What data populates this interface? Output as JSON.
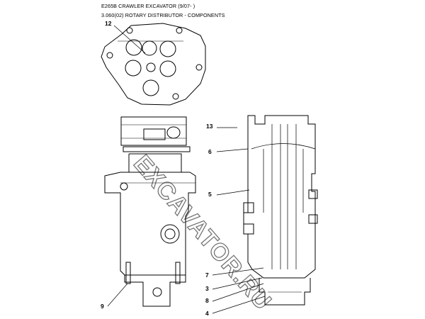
{
  "header": {
    "line1": "E265B CRAWLER EXCAVATOR (9/07- )",
    "line2": "3.060(02) ROTARY DISTRIBUTOR - COMPONENTS"
  },
  "callouts": {
    "c12": "12",
    "c13": "13",
    "c6": "6",
    "c5": "5",
    "c7": "7",
    "c3": "3",
    "c8": "8",
    "c4": "4",
    "c9": "9"
  },
  "watermark": "EXCAVATOR.RU"
}
